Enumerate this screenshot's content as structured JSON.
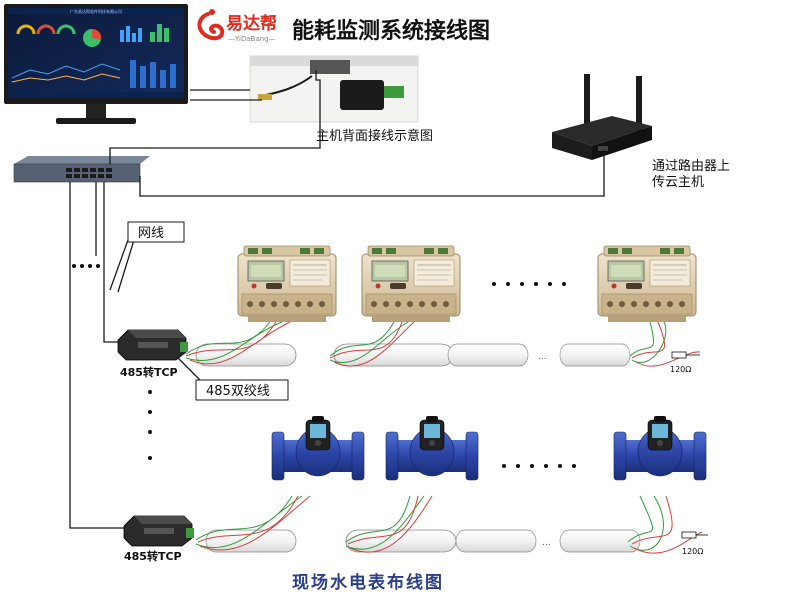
{
  "brand": {
    "name": "易达帮",
    "sub": "—YiDaBang—",
    "title": "能耗监测系统接线图"
  },
  "labels": {
    "host_back": "主机背面接线示意图",
    "router_line1": "通过路由器上",
    "router_line2": "传云主机",
    "network_cable": "网线",
    "rs485_top": "485转TCP",
    "rs485_bottom": "485转TCP",
    "twisted_pair": "485双绞线",
    "resistor_top": "120Ω",
    "resistor_bottom": "120Ω",
    "footer": "现场水电表布线图",
    "monitor_header": "广东易达帮软件科技有限公司"
  },
  "colors": {
    "wire": "#1a1a1a",
    "footer": "#2a3e8c",
    "brand_red": "#e22a1f",
    "meter_blue": "#2f4aa6",
    "meter_body": "#e6d7bd"
  }
}
